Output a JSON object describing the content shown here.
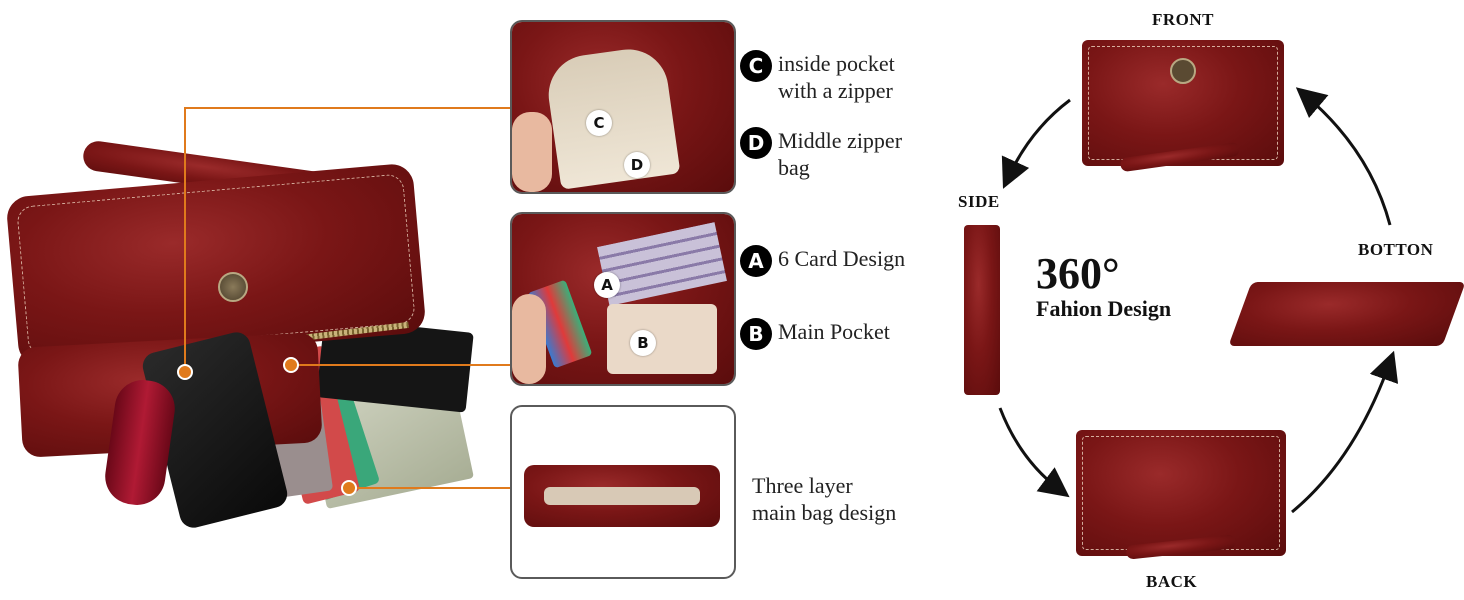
{
  "features": {
    "c": {
      "badge": "C",
      "line1": "inside pocket",
      "line2": "with a zipper"
    },
    "d": {
      "badge": "D",
      "line1": "Middle zipper",
      "line2": "bag"
    },
    "a": {
      "badge": "A",
      "text": "6 Card Design"
    },
    "b": {
      "badge": "B",
      "text": "Main Pocket"
    },
    "layer": {
      "line1": "Three layer",
      "line2": "main bag design"
    }
  },
  "markers": {
    "c": "C",
    "d": "D",
    "a": "A",
    "b": "B"
  },
  "views": {
    "front": "FRONT",
    "side": "SIDE",
    "botton": "BOTTON",
    "back": "BACK"
  },
  "center": {
    "degrees": "360°",
    "caption": "Fahion Design"
  },
  "colors": {
    "leather": "#7a1616",
    "leader": "#e07a1c",
    "box_border": "#5a5a5a"
  }
}
